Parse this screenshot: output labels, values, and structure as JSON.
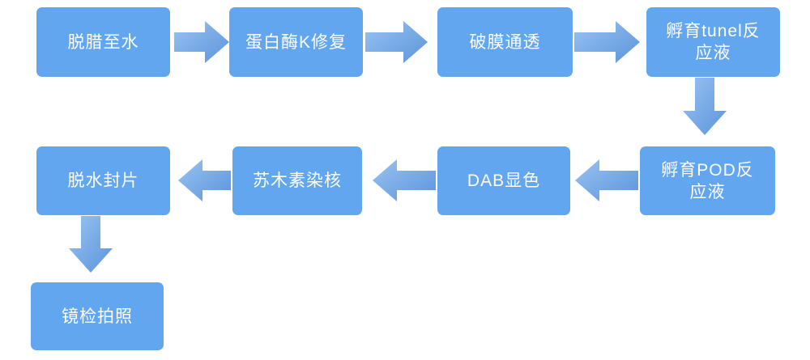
{
  "colors": {
    "box_fill": "#63A6F0",
    "box_text": "#FFFFFF",
    "arrow_light": "#9AC4F2",
    "arrow_dark": "#5B93DB",
    "background": "#FFFFFF"
  },
  "flowchart": {
    "steps": [
      {
        "label": "脱腊至水"
      },
      {
        "label": "蛋白酶K修复"
      },
      {
        "label": "破膜通透"
      },
      {
        "label": "孵育tunel反\n应液"
      },
      {
        "label": "孵育POD反\n应液"
      },
      {
        "label": "DAB显色"
      },
      {
        "label": "苏木素染核"
      },
      {
        "label": "脱水封片"
      },
      {
        "label": "镜检拍照"
      }
    ],
    "connections": [
      {
        "from": "脱腊至水",
        "to": "蛋白酶K修复",
        "direction": "right"
      },
      {
        "from": "蛋白酶K修复",
        "to": "破膜通透",
        "direction": "right"
      },
      {
        "from": "破膜通透",
        "to": "孵育tunel反应液",
        "direction": "right"
      },
      {
        "from": "孵育tunel反应液",
        "to": "孵育POD反应液",
        "direction": "down"
      },
      {
        "from": "孵育POD反应液",
        "to": "DAB显色",
        "direction": "left"
      },
      {
        "from": "DAB显色",
        "to": "苏木素染核",
        "direction": "left"
      },
      {
        "from": "苏木素染核",
        "to": "脱水封片",
        "direction": "left"
      },
      {
        "from": "脱水封片",
        "to": "镜检拍照",
        "direction": "down"
      }
    ]
  }
}
